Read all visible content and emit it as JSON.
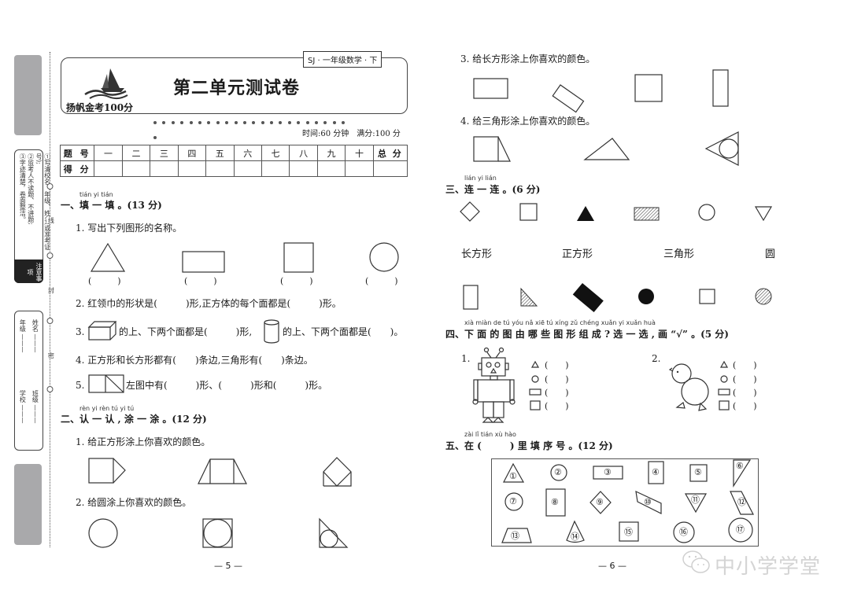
{
  "binding_strip": {
    "notice_label": "注意事项",
    "notice_lines": [
      "①写清校名、年级、姓名(或准考证号);",
      "②监考人不读题、不讲题;",
      "③字迹清楚，卷面整洁。"
    ],
    "cut_marks": [
      "封",
      "线",
      "密"
    ],
    "student_fields": [
      "学校",
      "年级",
      "班级",
      "姓名"
    ]
  },
  "header": {
    "brand": "扬帆金考100分",
    "edition_tag": "SJ · 一年级数学 · 下",
    "title": "第二单元测试卷",
    "exam_info": "时间:60 分钟　满分:100 分"
  },
  "score_table": {
    "row1_label": "题 号",
    "row2_label": "得 分",
    "columns": [
      "一",
      "二",
      "三",
      "四",
      "五",
      "六",
      "七",
      "八",
      "九",
      "十",
      "总 分"
    ]
  },
  "left_page": {
    "page_number": "— 5 —",
    "section1": {
      "pinyin": "tián  yi  tián",
      "heading": "一、填 一 填 。(13 分)",
      "q1": "1. 写出下列图形的名称。",
      "blank": "(　　　)",
      "q2": "2. 红领巾的形状是(　　　)形,正方体的每个面都是(　　　)形。",
      "q3_num": "3.",
      "q3_part1": "的上、下两个面都是(　　　)形,",
      "q3_part2": "的上、下两个面都是(　　)。",
      "q4": "4. 正方形和长方形都有(　　)条边,三角形有(　　)条边。",
      "q5_num": "5.",
      "q5_text": "左图中有(　　　)形、(　　　)形和(　　　)形。"
    },
    "section2": {
      "pinyin": "rèn yi rèn    tú  yi  tú",
      "heading": "二、认 一 认 , 涂 一 涂 。(12 分)",
      "q1": "1. 给正方形涂上你喜欢的颜色。",
      "q2": "2. 给圆涂上你喜欢的颜色。"
    }
  },
  "right_page": {
    "page_number": "— 6 —",
    "q3": "3. 给长方形涂上你喜欢的颜色。",
    "q4": "4. 给三角形涂上你喜欢的颜色。",
    "section3": {
      "pinyin": "lián  yi  lián",
      "heading": "三、连 一 连 。(6 分)",
      "labels": [
        "长方形",
        "正方形",
        "三角形",
        "圆"
      ]
    },
    "section4": {
      "pinyin": "xià miàn de  tú  yóu nǎ  xiē  tú  xíng  zǔ  chéng      xuǎn  yi  xuǎn     huà",
      "heading": "四、下 面 的 图 由 哪 些 图 形 组 成 ? 选 一 选 , 画 “√” 。(5 分)",
      "item1_num": "1.",
      "item2_num": "2.",
      "paren": "(　　)"
    },
    "section5": {
      "pinyin": "zài                    lǐ  tián  xù  hào",
      "heading": "五、在 (　　　) 里 填 序 号 。(12 分)",
      "numbers": [
        "①",
        "②",
        "③",
        "④",
        "⑤",
        "⑥",
        "⑦",
        "⑧",
        "⑨",
        "⑩",
        "⑪",
        "⑫",
        "⑬",
        "⑭",
        "⑮",
        "⑯",
        "⑰"
      ]
    }
  },
  "watermark": "中小学学堂"
}
